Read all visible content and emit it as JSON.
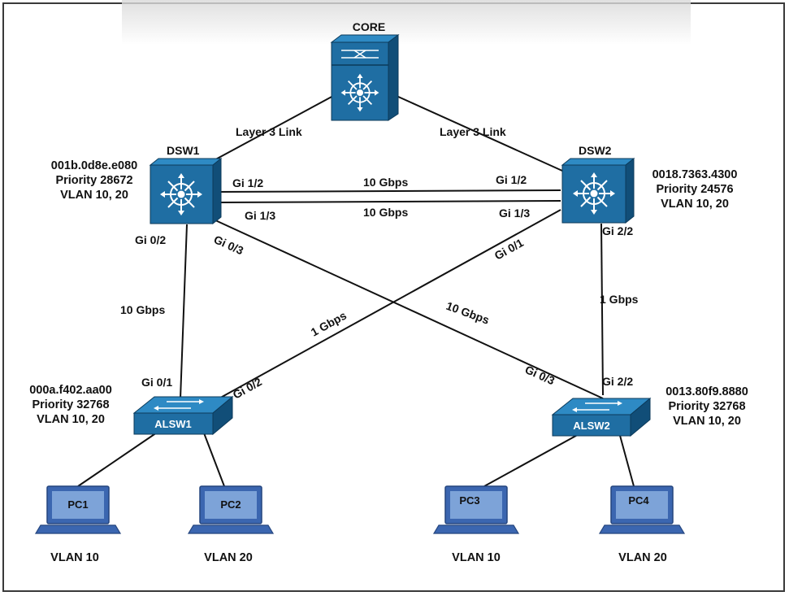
{
  "devices": {
    "core": {
      "label": "CORE"
    },
    "dsw1": {
      "label": "DSW1",
      "mac": "001b.0d8e.e080",
      "priority": "Priority 28672",
      "vlans": "VLAN 10, 20"
    },
    "dsw2": {
      "label": "DSW2",
      "mac": "0018.7363.4300",
      "priority": "Priority 24576",
      "vlans": "VLAN 10, 20"
    },
    "alsw1": {
      "label": "ALSW1",
      "mac": "000a.f402.aa00",
      "priority": "Priority 32768",
      "vlans": "VLAN 10, 20"
    },
    "alsw2": {
      "label": "ALSW2",
      "mac": "0013.80f9.8880",
      "priority": "Priority 32768",
      "vlans": "VLAN 10, 20"
    },
    "pc1": {
      "label": "PC1",
      "vlan": "VLAN 10"
    },
    "pc2": {
      "label": "PC2",
      "vlan": "VLAN 20"
    },
    "pc3": {
      "label": "PC3",
      "vlan": "VLAN 10"
    },
    "pc4": {
      "label": "PC4",
      "vlan": "VLAN 20"
    }
  },
  "links": {
    "core_dsw1": "Layer 3 Link",
    "core_dsw2": "Layer 3 Link",
    "dsw_top_speed": "10 Gbps",
    "dsw_bottom_speed": "10 Gbps",
    "dsw1_alsw1_speed": "10 Gbps",
    "dsw2_alsw1_speed": "1 Gbps",
    "dsw1_alsw2_speed": "10 Gbps",
    "dsw2_alsw2_speed": "1 Gbps"
  },
  "ports": {
    "dsw1_gi12": "Gi 1/2",
    "dsw1_gi13": "Gi 1/3",
    "dsw2_gi12": "Gi 1/2",
    "dsw2_gi13": "Gi 1/3",
    "dsw1_gi02": "Gi 0/2",
    "dsw1_gi03": "Gi 0/3",
    "dsw2_gi01": "Gi 0/1",
    "dsw2_gi22": "Gi 2/2",
    "alsw1_gi01": "Gi 0/1",
    "alsw1_gi02": "Gi 0/2",
    "alsw2_gi03": "Gi 0/3",
    "alsw2_gi22": "Gi 2/2"
  },
  "colors": {
    "switch_front": "#1f6ea3",
    "switch_top": "#2e8ac4",
    "switch_side": "#114e78",
    "pc_screen": "#7da3d8",
    "pc_body": "#3b66b0"
  }
}
